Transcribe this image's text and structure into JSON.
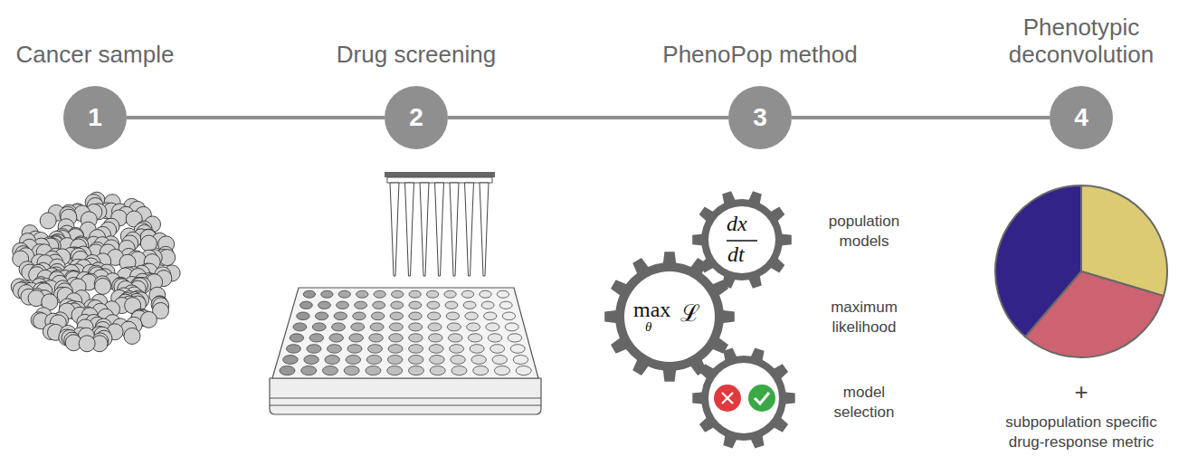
{
  "diagram": {
    "nodes": [
      {
        "text": [
          "Cancer sample",
          "1"
        ]
      },
      {
        "text": [
          "Drug screening",
          "2"
        ]
      },
      {
        "text": [
          "PhenoPop method",
          "3"
        ]
      },
      {
        "text": [
          "Phenotypic deconvolution",
          "4"
        ]
      },
      {
        "text": [
          "dx",
          "dt"
        ]
      },
      {
        "text": [
          "max",
          "θ",
          "ℒ"
        ]
      }
    ],
    "edges": [
      {
        "from": 0,
        "to": 1,
        "arrow": "none"
      },
      {
        "from": 1,
        "to": 2,
        "arrow": "none"
      },
      {
        "from": 2,
        "to": 3,
        "arrow": "none"
      }
    ],
    "labels": [
      "population models",
      "maximum likelihood",
      "model selection",
      "+",
      "subpopulation specific drug-response metric"
    ]
  }
}
